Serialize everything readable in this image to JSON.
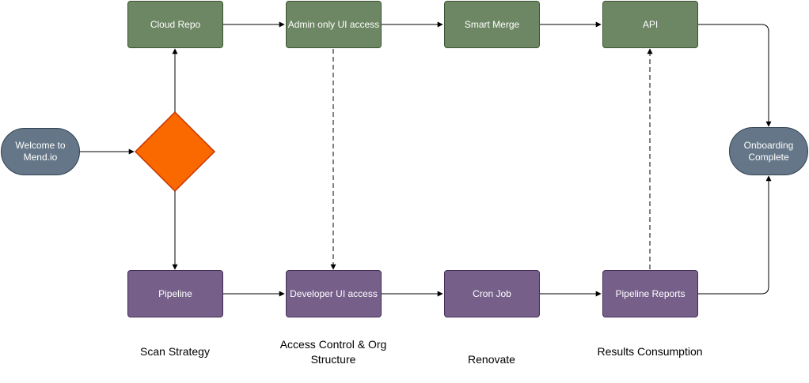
{
  "nodes": {
    "start": "Welcome to Mend.io",
    "cloud_repo": "Cloud Repo",
    "admin_ui": "Admin only UI access",
    "smart_merge": "Smart Merge",
    "api": "API",
    "pipeline": "Pipeline",
    "developer_ui": "Developer UI access",
    "cron_job": "Cron Job",
    "pipeline_reports": "Pipeline Reports",
    "end": "Onboarding Complete"
  },
  "phases": {
    "scan_strategy": "Scan Strategy",
    "access_control": "Access Control & Org Structure",
    "renovate": "Renovate",
    "results_consumption": "Results Consumption"
  },
  "colors": {
    "green_fill": "#6d8764",
    "purple_fill": "#76608a",
    "terminal_fill": "#647687",
    "decision_fill": "#fa6800"
  }
}
